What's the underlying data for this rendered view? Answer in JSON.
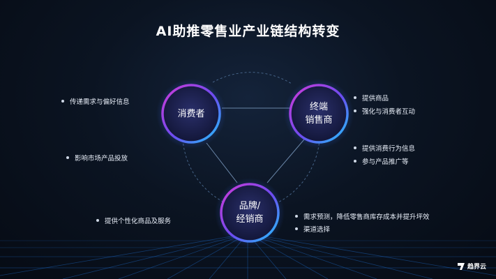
{
  "title": "AI助推零售业产业链结构转变",
  "nodes": {
    "consumer": {
      "label": "消费者"
    },
    "terminal": {
      "line1": "终端",
      "line2": "销售商"
    },
    "brand": {
      "line1": "品牌/",
      "line2": "经销商"
    }
  },
  "bullets": {
    "left_top": [
      "传递需求与偏好信息"
    ],
    "left_mid": [
      "影响市场产品投放"
    ],
    "left_bottom": [
      "提供个性化商品及服务"
    ],
    "right_top": [
      "提供商品",
      "强化与消费者互动"
    ],
    "right_mid": [
      "提供消费行为信息",
      "参与产品推广等"
    ],
    "right_bottom": [
      "需求预测，降低零售商库存成本并提升坪效",
      "渠道选择"
    ]
  },
  "logo": {
    "text": "趋界云"
  },
  "colors": {
    "background": "#0b1422",
    "ring_pink": "#c43bd6",
    "ring_blue": "#2f8cff",
    "ring_cyan": "#26c6ff",
    "node_fill": "#1a1f4a",
    "connector": "#5a7aa0",
    "grid": "#1e6fd0"
  }
}
